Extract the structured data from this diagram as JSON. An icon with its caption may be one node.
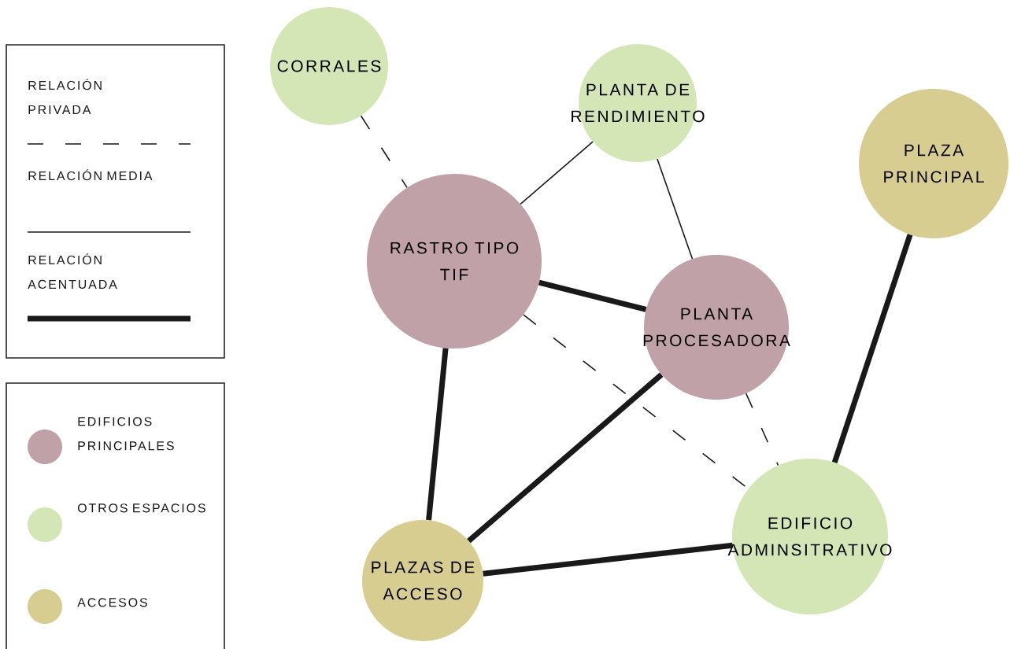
{
  "diagram": {
    "nodes": [
      {
        "text": [
          "CORRALES"
        ]
      },
      {
        "text": [
          "PLANTA DE RENDIMIENTO"
        ]
      },
      {
        "text": [
          "PLAZA PRINCIPAL"
        ]
      },
      {
        "text": [
          "RASTRO TIPO TIF"
        ]
      },
      {
        "text": [
          "PLANTA PROCESADORA"
        ]
      },
      {
        "text": [
          "PLAZAS DE ACCESO"
        ]
      },
      {
        "text": [
          "EDIFICIO ADMINSITRATIVO"
        ]
      }
    ],
    "edges": [
      {
        "from": 0,
        "to": 3,
        "arrow": "none",
        "style": "dashed"
      },
      {
        "from": 1,
        "to": 3,
        "arrow": "none"
      },
      {
        "from": 1,
        "to": 4,
        "arrow": "none"
      },
      {
        "from": 3,
        "to": 4,
        "arrow": "none",
        "style": "thick"
      },
      {
        "from": 3,
        "to": 6,
        "arrow": "none",
        "style": "dashed"
      },
      {
        "from": 4,
        "to": 6,
        "arrow": "none",
        "style": "dashed"
      },
      {
        "from": 2,
        "to": 6,
        "arrow": "none",
        "style": "thick"
      },
      {
        "from": 3,
        "to": 5,
        "arrow": "none",
        "style": "thick"
      },
      {
        "from": 5,
        "to": 4,
        "arrow": "none",
        "style": "thick"
      },
      {
        "from": 5,
        "to": 6,
        "arrow": "none",
        "style": "thick"
      }
    ],
    "legend": [
      {
        "text": "RELACIÓN PRIVADA"
      },
      {
        "text": "RELACIÓN MEDIA"
      },
      {
        "text": "RELACIÓN ACENTUADA"
      },
      {
        "text": "EDIFICIOS PRINCIPALES",
        "color": "#c0a1a8"
      },
      {
        "text": "OTROS ESPACIOS",
        "color": "#d4e6b5"
      },
      {
        "text": "ACCESOS",
        "color": "#d8cd91"
      }
    ]
  }
}
